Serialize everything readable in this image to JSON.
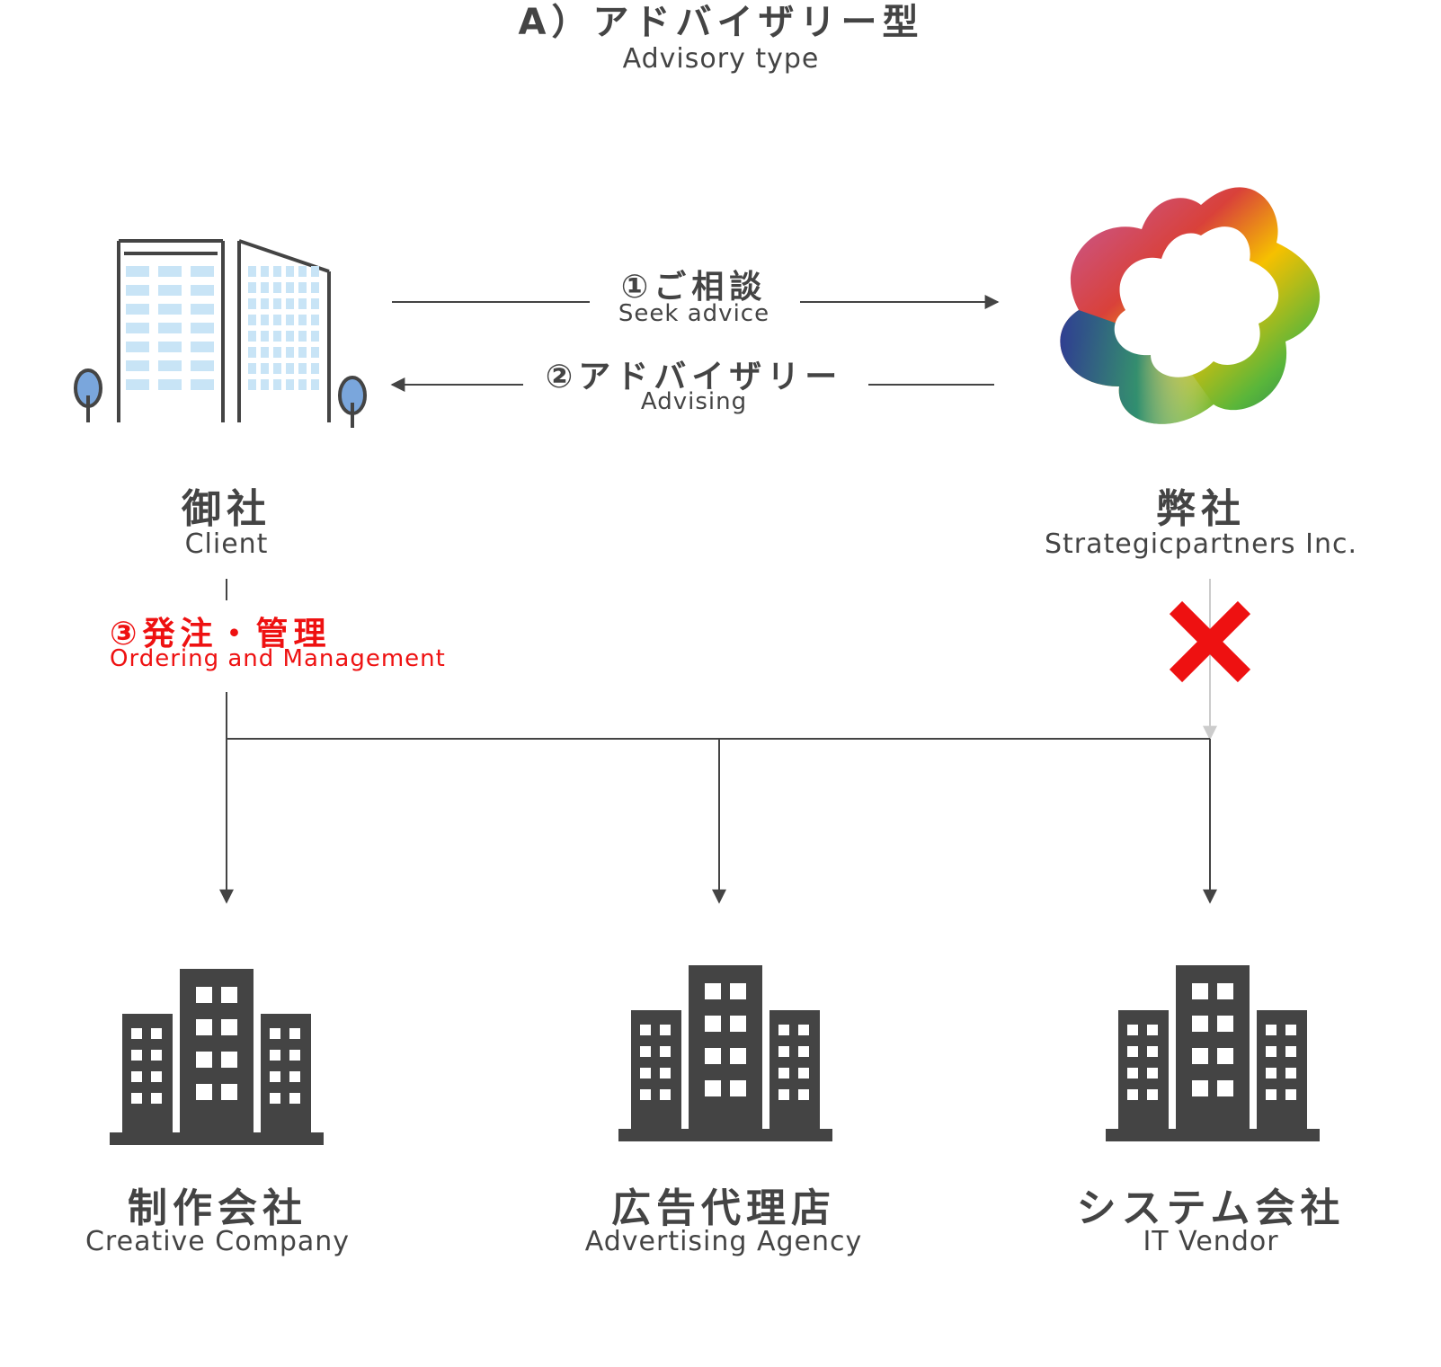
{
  "title": {
    "jp": "A）アドバイザリー型",
    "en": "Advisory type"
  },
  "flows": {
    "seek": {
      "jp": "①ご相談",
      "en": "Seek advice"
    },
    "advising": {
      "jp": "②アドバイザリー",
      "en": "Advising"
    },
    "ordering": {
      "jp": "③発注・管理",
      "en": "Ordering and Management"
    }
  },
  "nodes": {
    "client": {
      "jp": "御社",
      "en": "Client",
      "icon": "office-building-icon"
    },
    "strategicpartners": {
      "jp": "弊社",
      "en": "Strategicpartners Inc.",
      "icon": "rainbow-flower-logo"
    },
    "creative": {
      "jp": "制作会社",
      "en": "Creative Company",
      "icon": "building-icon"
    },
    "agency": {
      "jp": "広告代理店",
      "en": "Advertising Agency",
      "icon": "building-icon"
    },
    "vendor": {
      "jp": "システム会社",
      "en": "IT Vendor",
      "icon": "building-icon"
    }
  },
  "colors": {
    "text": "#444444",
    "accent_red": "#ee1111",
    "building_glass": "#c8e4f6",
    "tree": "#7aa6dc",
    "muted_line": "#cccccc"
  },
  "blocked_icon": "cross-mark-icon"
}
